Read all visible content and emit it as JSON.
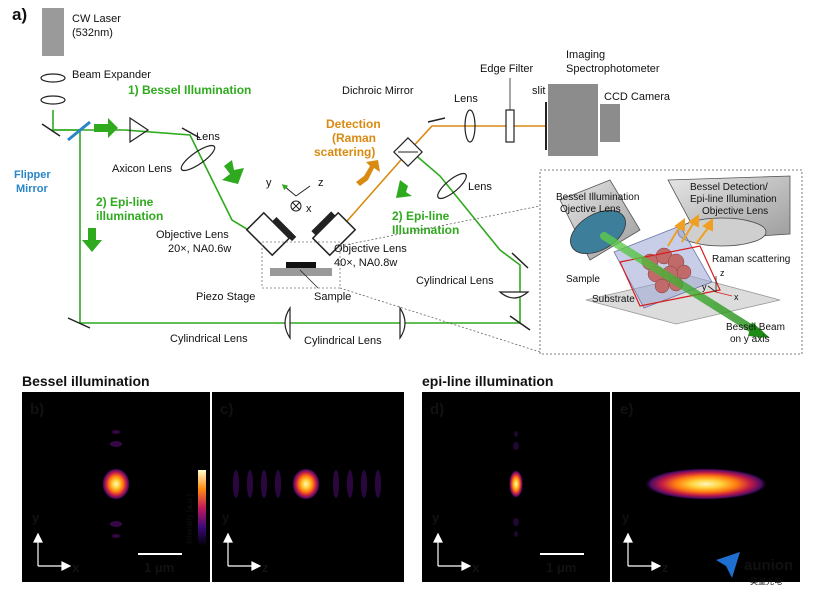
{
  "panel_a": {
    "letter": "a)",
    "labels": {
      "cw_laser_1": "CW Laser",
      "cw_laser_2": "(532nm)",
      "beam_expander": "Beam Expander",
      "bessel_ill": "1) Bessel Illumination",
      "flipper_1": "Flipper",
      "flipper_2": "Mirror",
      "axicon": "Axicon Lens",
      "lens_left": "Lens",
      "epi_left_1": "2) Epi-line",
      "epi_left_2": "illumination",
      "det_1": "Detection",
      "det_2": "(Raman",
      "det_3": "scattering)",
      "dichroic": "Dichroic Mirror",
      "lens_top": "Lens",
      "edge_filter": "Edge Filter",
      "imaging_1": "Imaging",
      "imaging_2": "Spectrophotometer",
      "slit": "slit",
      "ccd": "CCD Camera",
      "lens_right": "Lens",
      "epi_right_1": "2) Epi-line",
      "epi_right_2": "Illumination",
      "obj_left_1": "Objective Lens",
      "obj_left_2": "20×, NA0.6w",
      "obj_right_1": "Objective Lens",
      "obj_right_2": "40×, NA0.8w",
      "piezo": "Piezo Stage",
      "sample": "Sample",
      "cyl_right": "Cylindrical Lens",
      "cyl_bottom_left": "Cylindrical Lens",
      "cyl_bottom_right": "Cylindrical Lens",
      "axis_y": "y",
      "axis_z": "z",
      "axis_x": "x"
    },
    "inset": {
      "bessel_obj_1": "Bessel Illumination",
      "bessel_obj_2": "Ojective Lens",
      "det_obj_1": "Bessel Detection/",
      "det_obj_2": "Epi-line Illumination",
      "det_obj_3": "Objective Lens",
      "raman": "Raman scattering",
      "sample": "Sample",
      "substrate": "Substrate",
      "beam_1": "Bessel Beam",
      "beam_2": "on y axis",
      "ax_z": "z",
      "ax_y": "y",
      "ax_x": "x"
    }
  },
  "section_bessel": "Bessel illumination",
  "section_epi": "epi-line illumination",
  "panels": {
    "b": {
      "letter": "b)",
      "axis_v": "y",
      "axis_h": "x",
      "scale": "1 μm"
    },
    "c": {
      "letter": "c)",
      "axis_v": "y",
      "axis_h": "z"
    },
    "d": {
      "letter": "d)",
      "axis_v": "y",
      "axis_h": "x",
      "scale": "1 μm"
    },
    "e": {
      "letter": "e)",
      "axis_v": "y",
      "axis_h": "z"
    }
  },
  "colorbar_label": "Intensity [a.u.]",
  "logo": {
    "name": "aunion",
    "sub": "昊量光电"
  },
  "colors": {
    "green": "#2faa1e",
    "orange": "#d98a10",
    "blue": "#2a86c7"
  }
}
